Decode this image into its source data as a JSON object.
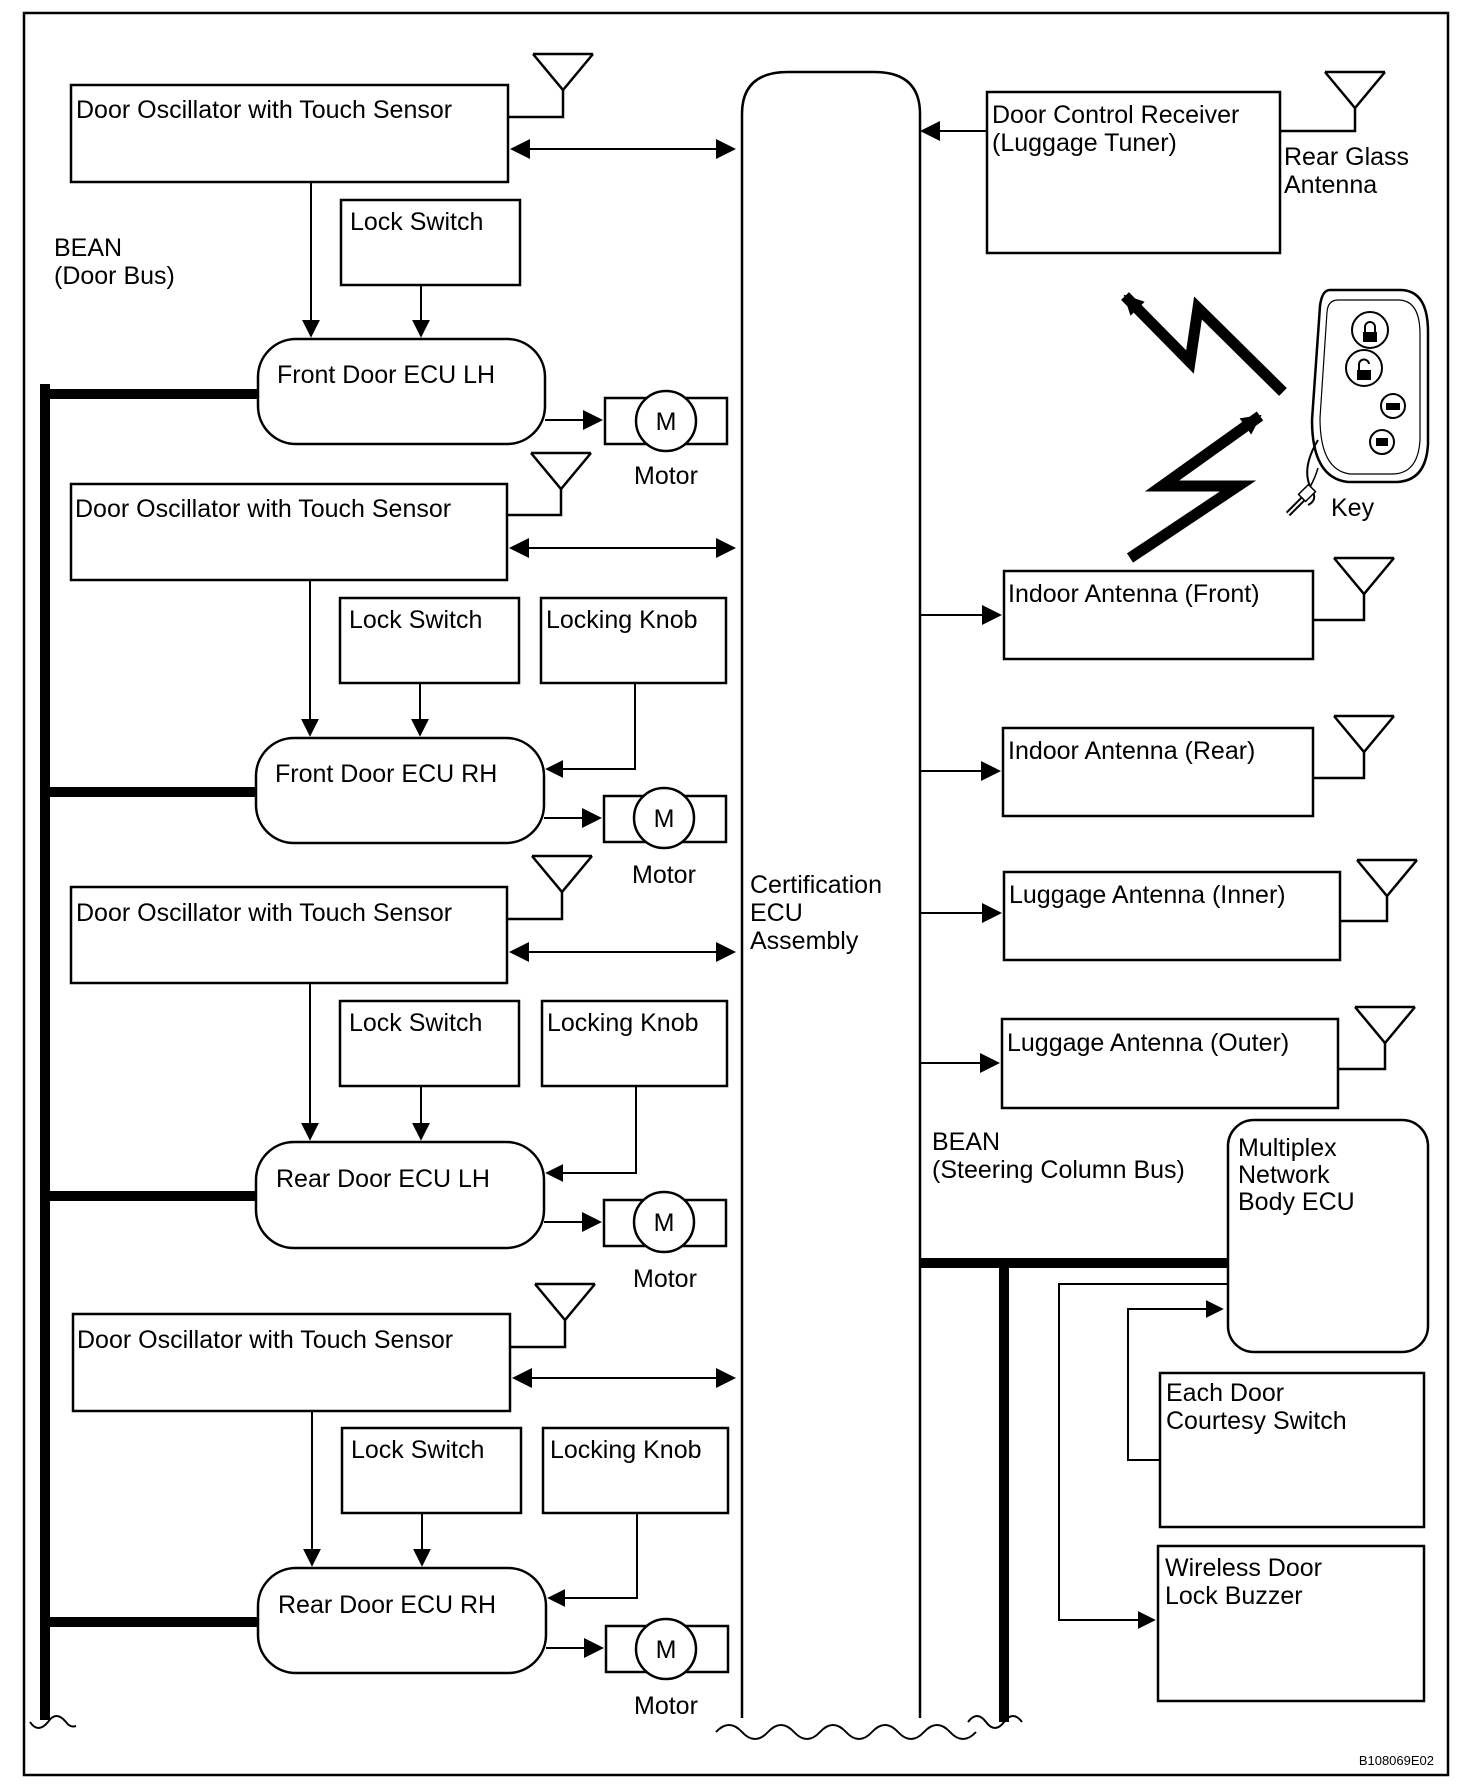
{
  "diagram_id": "B108069E02",
  "labels": {
    "bean_door_bus": [
      "BEAN",
      "(Door Bus)"
    ],
    "bean_steering_bus": [
      "BEAN",
      "(Steering Column Bus)"
    ],
    "certification_ecu": [
      "Certification",
      "ECU",
      "Assembly"
    ],
    "motor": "M",
    "motor_caption": "Motor",
    "key": "Key"
  },
  "left_components": {
    "door_oscillator": "Door Oscillator with Touch Sensor",
    "lock_switch": "Lock Switch",
    "locking_knob": "Locking Knob",
    "front_door_ecu_lh": "Front Door ECU LH",
    "front_door_ecu_rh": "Front Door ECU RH",
    "rear_door_ecu_lh": "Rear Door ECU LH",
    "rear_door_ecu_rh": "Rear Door ECU RH"
  },
  "right_components": {
    "door_control_receiver": [
      "Door Control Receiver",
      "(Luggage Tuner)"
    ],
    "rear_glass_antenna": [
      "Rear Glass",
      "Antenna"
    ],
    "indoor_antenna_front": "Indoor Antenna (Front)",
    "indoor_antenna_rear": "Indoor Antenna (Rear)",
    "luggage_antenna_inner": "Luggage Antenna (Inner)",
    "luggage_antenna_outer": "Luggage Antenna (Outer)",
    "multiplex_network_body_ecu": [
      "Multiplex",
      "Network",
      "Body ECU"
    ],
    "each_door_courtesy_switch": [
      "Each Door",
      "Courtesy Switch"
    ],
    "wireless_door_lock_buzzer": [
      "Wireless Door",
      "Lock Buzzer"
    ]
  }
}
